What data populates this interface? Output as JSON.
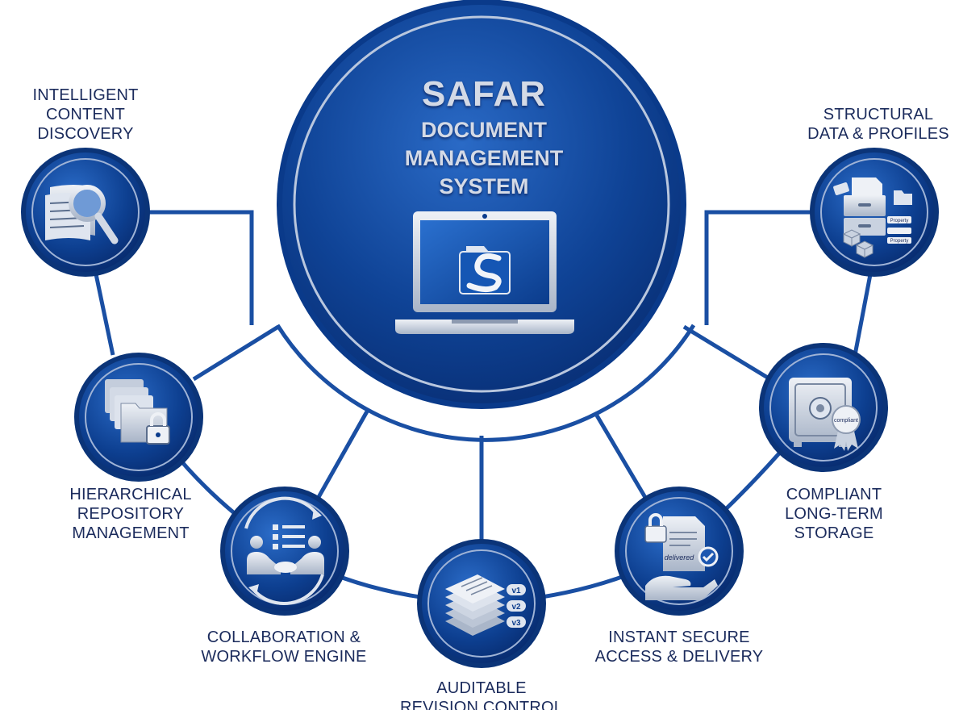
{
  "center": {
    "brand": "SAFAR",
    "subtitle_lines": [
      "DOCUMENT",
      "MANAGEMENT",
      "SYSTEM"
    ]
  },
  "nodes": [
    {
      "id": "intelligent-content-discovery",
      "lines": [
        "INTELLIGENT",
        "CONTENT",
        "DISCOVERY"
      ],
      "icon": "magnifier-documents-icon"
    },
    {
      "id": "hierarchical-repository-management",
      "lines": [
        "HIERARCHICAL",
        "REPOSITORY",
        "MANAGEMENT"
      ],
      "icon": "folders-lock-icon"
    },
    {
      "id": "collaboration-workflow-engine",
      "lines": [
        "COLLABORATION &",
        "WORKFLOW ENGINE"
      ],
      "icon": "handshake-checklist-icon"
    },
    {
      "id": "auditable-revision-control",
      "lines": [
        "AUDITABLE",
        "REVISION CONTROL"
      ],
      "icon": "document-versions-icon",
      "version_tags": [
        "v1",
        "v2",
        "v3"
      ]
    },
    {
      "id": "instant-secure-access-delivery",
      "lines": [
        "INSTANT SECURE",
        "ACCESS & DELIVERY"
      ],
      "icon": "secure-delivery-icon",
      "stamp": "delivered"
    },
    {
      "id": "compliant-long-term-storage",
      "lines": [
        "COMPLIANT",
        "LONG-TERM",
        "STORAGE"
      ],
      "icon": "vault-badge-icon",
      "badge": "compliant"
    },
    {
      "id": "structural-data-profiles",
      "lines": [
        "STRUCTURAL",
        "DATA & PROFILES"
      ],
      "icon": "filing-cabinet-data-icon",
      "tags": [
        "Property",
        "Property"
      ]
    }
  ],
  "colors": {
    "primary": "#0d3d8f",
    "dark": "#0a2a6a",
    "light": "#2f6fc4",
    "connector": "#1a4fa3",
    "icon_silver": "#c9d2e0",
    "label_text": "#1b2b5c"
  }
}
